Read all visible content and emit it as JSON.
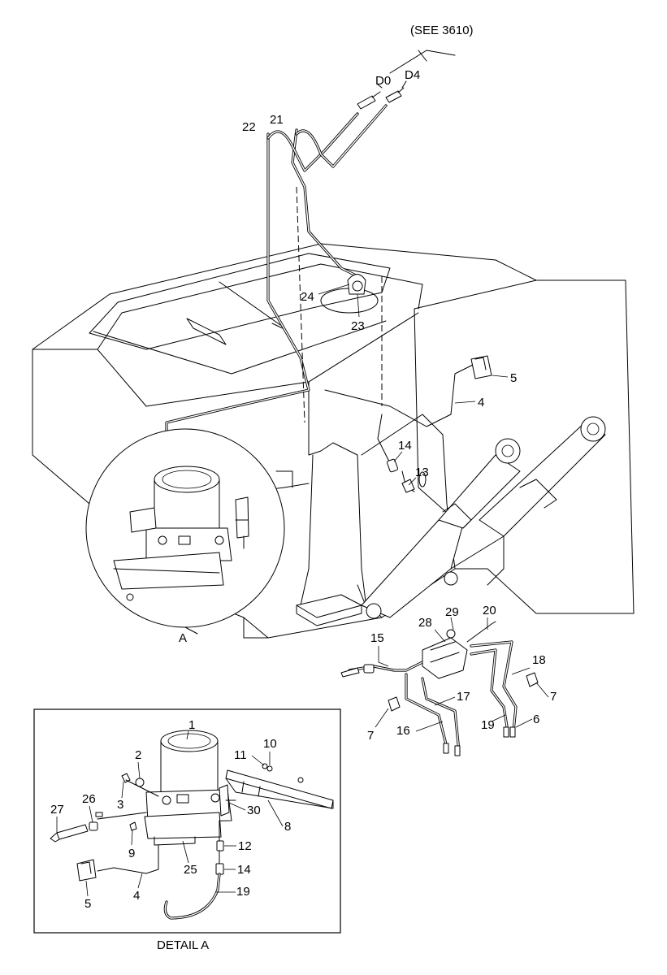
{
  "reference_note": "(SEE 3610)",
  "detail_caption": "DETAIL A",
  "detail_marker": "A",
  "main_callouts": {
    "d0": "D0",
    "d4": "D4",
    "c21": "21",
    "c22": "22",
    "c24": "24",
    "c23": "23",
    "c5": "5",
    "c4": "4",
    "c14": "14",
    "c13": "13",
    "c15": "15",
    "c28": "28",
    "c29": "29",
    "c20": "20",
    "c18": "18",
    "c7a": "7",
    "c17": "17",
    "c7b": "7",
    "c16": "16",
    "c19": "19",
    "c6": "6"
  },
  "detail_callouts": {
    "c1": "1",
    "c2": "2",
    "c3": "3",
    "c11": "11",
    "c10": "10",
    "c27": "27",
    "c26": "26",
    "c30": "30",
    "c8": "8",
    "c9": "9",
    "c25": "25",
    "c12": "12",
    "c14": "14",
    "c5": "5",
    "c4": "4",
    "c19": "19"
  }
}
